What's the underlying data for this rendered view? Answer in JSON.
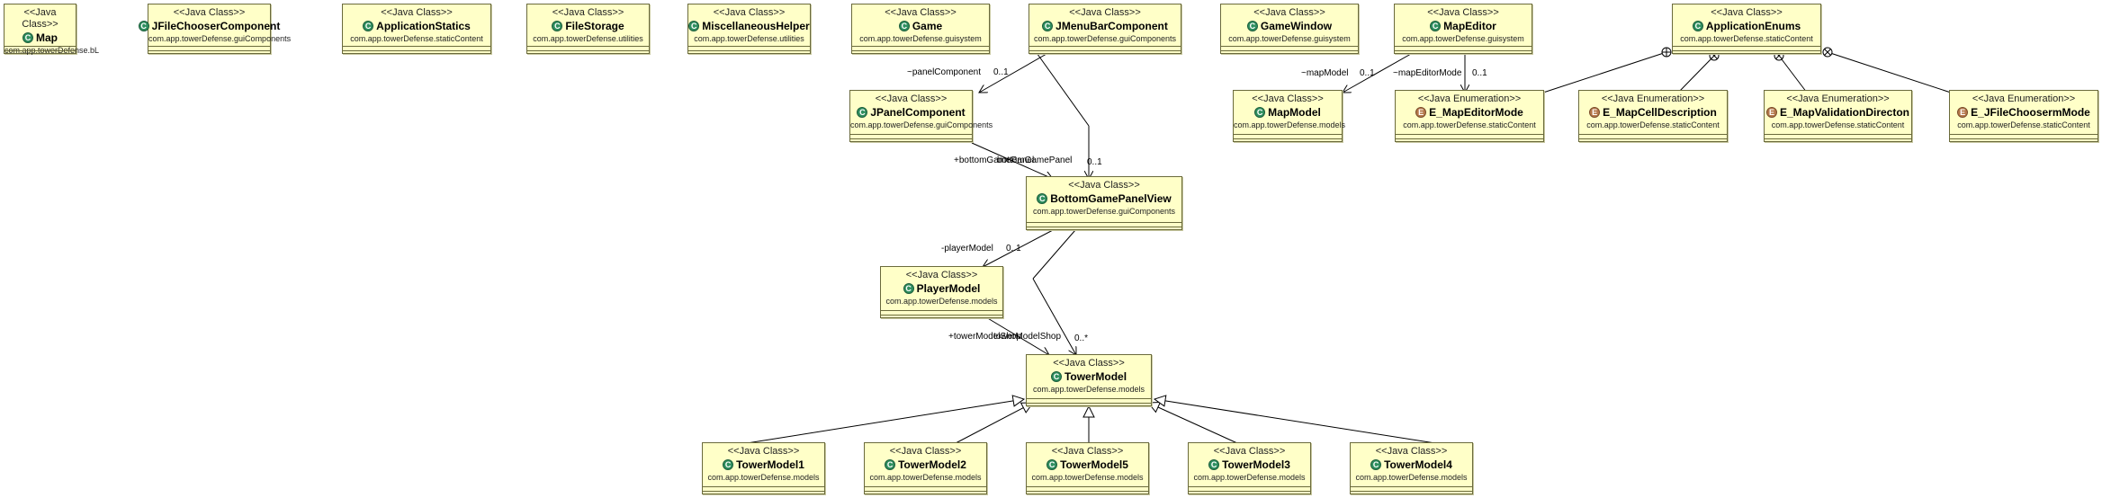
{
  "boxes": [
    {
      "id": "map",
      "stereotype": "<<Java Class>>",
      "name": "Map",
      "pkg": "com.app.towerDefense.bL",
      "icon": "class-icon"
    },
    {
      "id": "jfilechoosercomponent",
      "stereotype": "<<Java Class>>",
      "name": "JFileChooserComponent",
      "pkg": "com.app.towerDefense.guiComponents",
      "icon": "class-icon"
    },
    {
      "id": "applicationstatics",
      "stereotype": "<<Java Class>>",
      "name": "ApplicationStatics",
      "pkg": "com.app.towerDefense.staticContent",
      "icon": "class-icon"
    },
    {
      "id": "filestorage",
      "stereotype": "<<Java Class>>",
      "name": "FileStorage",
      "pkg": "com.app.towerDefense.utilities",
      "icon": "class-icon"
    },
    {
      "id": "miscellaneoushelper",
      "stereotype": "<<Java Class>>",
      "name": "MiscellaneousHelper",
      "pkg": "com.app.towerDefense.utilities",
      "icon": "class-icon"
    },
    {
      "id": "game",
      "stereotype": "<<Java Class>>",
      "name": "Game",
      "pkg": "com.app.towerDefense.guisystem",
      "icon": "class-icon"
    },
    {
      "id": "jmenubarcomponent",
      "stereotype": "<<Java Class>>",
      "name": "JMenuBarComponent",
      "pkg": "com.app.towerDefense.guiComponents",
      "icon": "class-icon"
    },
    {
      "id": "gamewindow",
      "stereotype": "<<Java Class>>",
      "name": "GameWindow",
      "pkg": "com.app.towerDefense.guisystem",
      "icon": "class-icon"
    },
    {
      "id": "mapeditor",
      "stereotype": "<<Java Class>>",
      "name": "MapEditor",
      "pkg": "com.app.towerDefense.guisystem",
      "icon": "class-icon"
    },
    {
      "id": "applicationenums",
      "stereotype": "<<Java Class>>",
      "name": "ApplicationEnums",
      "pkg": "com.app.towerDefense.staticContent",
      "icon": "class-icon"
    },
    {
      "id": "jpanelcomponent",
      "stereotype": "<<Java Class>>",
      "name": "JPanelComponent",
      "pkg": "com.app.towerDefense.guiComponents",
      "icon": "class-icon"
    },
    {
      "id": "mapmodel",
      "stereotype": "<<Java Class>>",
      "name": "MapModel",
      "pkg": "com.app.towerDefense.models",
      "icon": "class-icon"
    },
    {
      "id": "e_mapeditormode",
      "stereotype": "<<Java Enumeration>>",
      "name": "E_MapEditorMode",
      "pkg": "com.app.towerDefense.staticContent",
      "icon": "enum-icon"
    },
    {
      "id": "e_mapcelldescription",
      "stereotype": "<<Java Enumeration>>",
      "name": "E_MapCellDescription",
      "pkg": "com.app.towerDefense.staticContent",
      "icon": "enum-icon"
    },
    {
      "id": "e_mapvalidationdirecton",
      "stereotype": "<<Java Enumeration>>",
      "name": "E_MapValidationDirecton",
      "pkg": "com.app.towerDefense.staticContent",
      "icon": "enum-icon"
    },
    {
      "id": "e_jfilechooserrmode",
      "stereotype": "<<Java Enumeration>>",
      "name": "E_JFileChoosermMode",
      "pkg": "com.app.towerDefense.staticContent",
      "icon": "enum-icon"
    },
    {
      "id": "bottomgamepanelview",
      "stereotype": "<<Java Class>>",
      "name": "BottomGamePanelView",
      "pkg": "com.app.towerDefense.guiComponents",
      "icon": "class-icon"
    },
    {
      "id": "playermodel",
      "stereotype": "<<Java Class>>",
      "name": "PlayerModel",
      "pkg": "com.app.towerDefense.models",
      "icon": "class-icon"
    },
    {
      "id": "towermodel",
      "stereotype": "<<Java Class>>",
      "name": "TowerModel",
      "pkg": "com.app.towerDefense.models",
      "icon": "class-icon"
    },
    {
      "id": "towermodel1",
      "stereotype": "<<Java Class>>",
      "name": "TowerModel1",
      "pkg": "com.app.towerDefense.models",
      "icon": "class-icon"
    },
    {
      "id": "towermodel2",
      "stereotype": "<<Java Class>>",
      "name": "TowerModel2",
      "pkg": "com.app.towerDefense.models",
      "icon": "class-icon"
    },
    {
      "id": "towermodel5",
      "stereotype": "<<Java Class>>",
      "name": "TowerModel5",
      "pkg": "com.app.towerDefense.models",
      "icon": "class-icon"
    },
    {
      "id": "towermodel3",
      "stereotype": "<<Java Class>>",
      "name": "TowerModel3",
      "pkg": "com.app.towerDefense.models",
      "icon": "class-icon"
    },
    {
      "id": "towermodel4",
      "stereotype": "<<Java Class>>",
      "name": "TowerModel4",
      "pkg": "com.app.towerDefense.models",
      "icon": "class-icon"
    }
  ],
  "labels": {
    "panelComponent": "~panelComponent",
    "panelComponentMult": "0..1",
    "bottomGamePanel": "+bottomGamePanel",
    "bottomPanelOverlap": "bottomGamePanel",
    "bottomPanelMult": "0..1",
    "mapModel": "~mapModel",
    "mapModelMult": "0..1",
    "mapEditorMode": "~mapEditorMode",
    "mapEditorModeMult": "0..1",
    "playerModel": "-playerModel",
    "playerModelMult": "0..1",
    "towerModelShop": "+towerModelShop",
    "towerModelOverlap": "towerModelShop",
    "towerModelMult": "0..*"
  },
  "colors": {
    "box_fill": "#ffffc8",
    "box_border": "#6a6a3c",
    "class_icon": "#2f8f5f",
    "enum_icon": "#b5784a"
  }
}
